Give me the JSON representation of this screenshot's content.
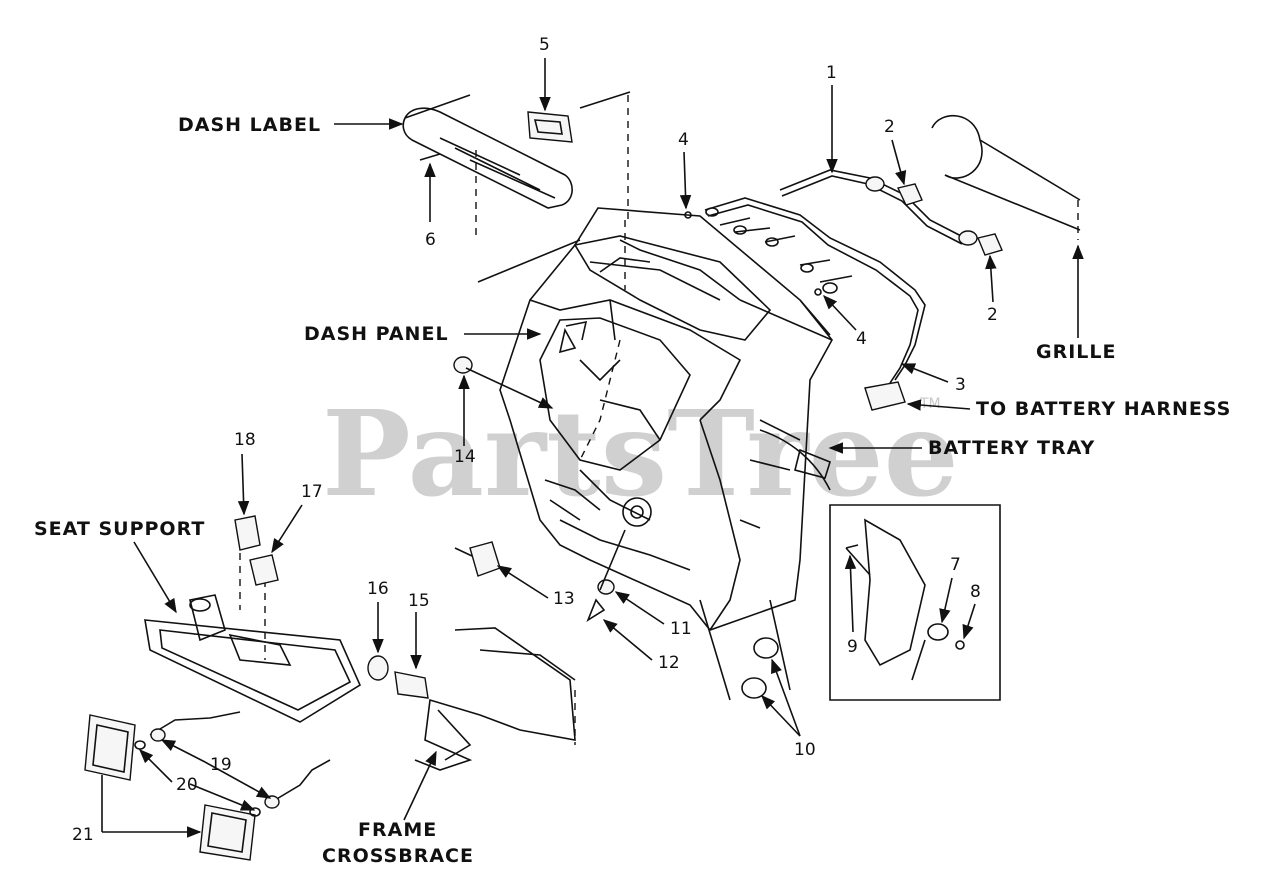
{
  "watermark": {
    "text": "PartsTree",
    "trademark": "TM"
  },
  "labels": {
    "dash_label": "DASH LABEL",
    "dash_panel": "DASH PANEL",
    "grille": "GRILLE",
    "to_battery_harness": "TO BATTERY HARNESS",
    "battery_tray": "BATTERY TRAY",
    "seat_support": "SEAT SUPPORT",
    "frame": "FRAME",
    "crossbrace": "CROSSBRACE"
  },
  "callouts": {
    "n1": "1",
    "n2a": "2",
    "n2b": "2",
    "n3": "3",
    "n4a": "4",
    "n4b": "4",
    "n5": "5",
    "n6": "6",
    "n7": "7",
    "n8": "8",
    "n9": "9",
    "n10": "10",
    "n11": "11",
    "n12": "12",
    "n13": "13",
    "n14": "14",
    "n15": "15",
    "n16": "16",
    "n17": "17",
    "n18": "18",
    "n19": "19",
    "n20": "20",
    "n21": "21"
  }
}
